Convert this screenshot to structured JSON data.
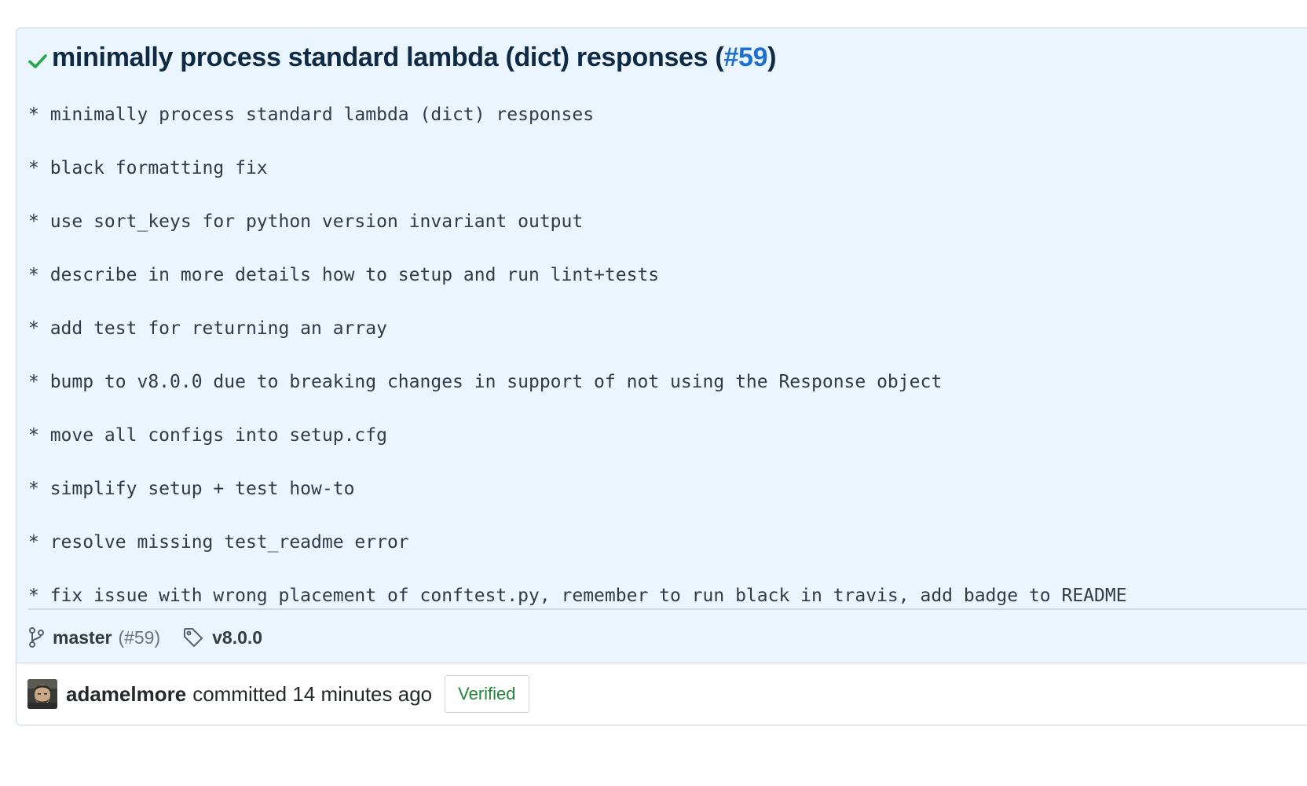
{
  "commit": {
    "title_text": "minimally process standard lambda (dict) responses (",
    "title_pr_link": "#59",
    "title_close": ")",
    "status_icon": "check-icon",
    "status_color": "#28a745",
    "body_lines": [
      "* minimally process standard lambda (dict) responses",
      "* black formatting fix",
      "* use sort_keys for python version invariant output",
      "* describe in more details how to setup and run lint+tests",
      "* add test for returning an array",
      "* bump to v8.0.0 due to breaking changes in support of not using the Response object",
      "* move all configs into setup.cfg",
      "* simplify setup + test how-to",
      "* resolve missing test_readme error",
      "* fix issue with wrong placement of conftest.py, remember to run black in travis, add badge to README"
    ]
  },
  "refs": {
    "branch_icon": "git-branch-icon",
    "branch": "master",
    "branch_pr": "(#59)",
    "tag_icon": "tag-icon",
    "tag": "v8.0.0"
  },
  "meta": {
    "avatar_icon": "avatar",
    "author": "adamelmore",
    "action_time": "committed 14 minutes ago",
    "verified_label": "Verified"
  },
  "colors": {
    "header_bg": "#eaf5ff",
    "link": "#1f6fd1",
    "verified": "#22863a"
  }
}
